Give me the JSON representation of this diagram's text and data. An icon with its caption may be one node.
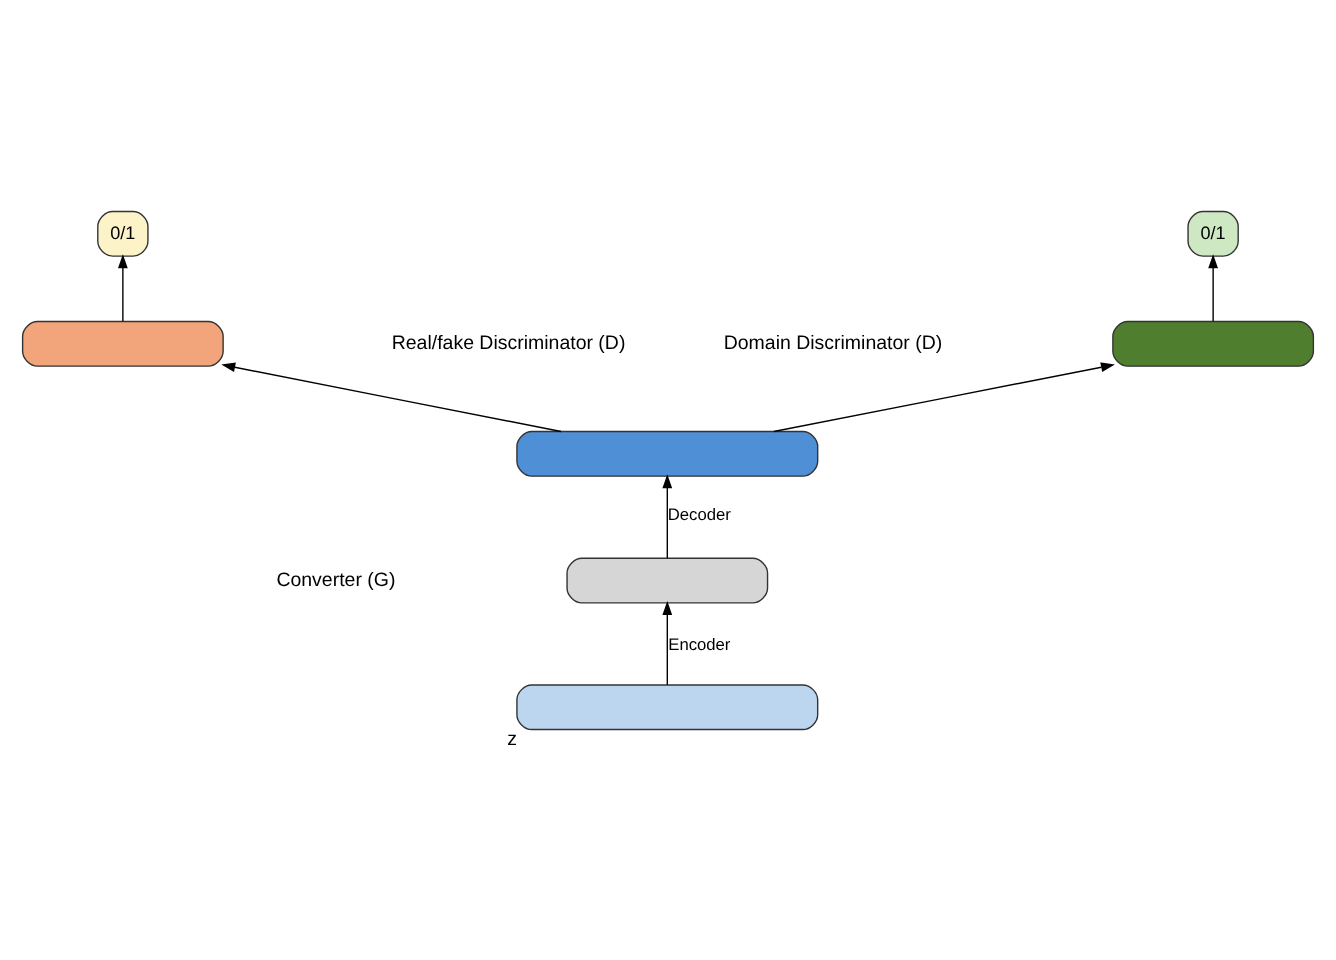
{
  "diagram": {
    "nodes": [
      {
        "text": [
          "0/1"
        ]
      },
      {
        "text": [
          "0/1"
        ]
      },
      {
        "text": [],
        "shape": "box"
      },
      {
        "text": [],
        "shape": "box"
      },
      {
        "text": [],
        "shape": "box"
      },
      {
        "text": [],
        "shape": "box"
      },
      {
        "text": [],
        "shape": "box",
        "beside": [
          "z"
        ]
      }
    ],
    "edges": [
      {
        "from": 2,
        "to": 0,
        "arrow": "to"
      },
      {
        "from": 3,
        "to": 1,
        "arrow": "to"
      },
      {
        "from": 4,
        "to": 2,
        "arrow": "to"
      },
      {
        "from": 4,
        "to": 3,
        "arrow": "to"
      },
      {
        "from": 5,
        "to": 4,
        "arrow": "to",
        "label": "Decoder"
      },
      {
        "from": 6,
        "to": 5,
        "arrow": "to",
        "label": "Encoder"
      }
    ],
    "labels": [
      "Real/fake Discriminator (D)",
      "Domain Discriminator (D)",
      "Converter (G)"
    ]
  }
}
